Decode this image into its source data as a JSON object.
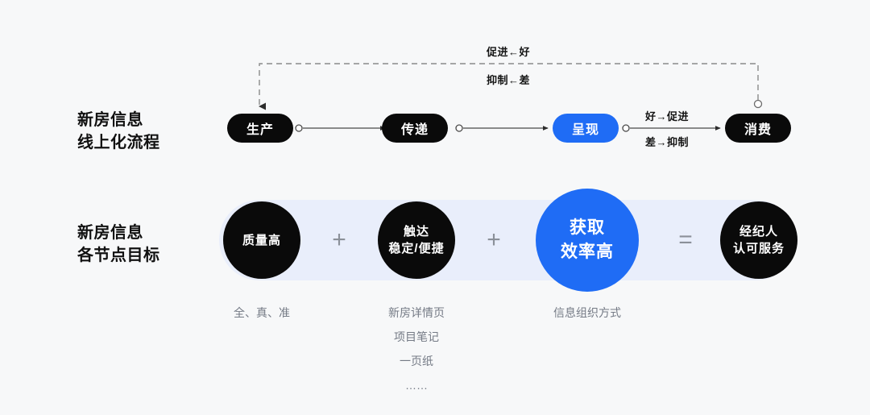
{
  "meta": {
    "background_color": "#f7f8f9",
    "accent_color": "#1f6cf5",
    "node_color": "#0a0a0a",
    "band_color": "#e9eefb",
    "muted_text_color": "#747a85"
  },
  "rows": {
    "flow": {
      "title_line1": "新房信息",
      "title_line2": "线上化流程",
      "nodes": [
        {
          "label": "生产",
          "style": "black"
        },
        {
          "label": "传递",
          "style": "black"
        },
        {
          "label": "呈现",
          "style": "blue"
        },
        {
          "label": "消费",
          "style": "black"
        }
      ],
      "edge_labels": {
        "forward_top": "好→促进",
        "forward_bottom": "差→抑制"
      },
      "feedback_labels": {
        "top": "促进←好",
        "bottom": "抑制←差"
      }
    },
    "goals": {
      "title_line1": "新房信息",
      "title_line2": "各节点目标",
      "items": [
        {
          "lines": [
            "质量高"
          ],
          "style": "black",
          "size": "small",
          "caption": [
            "全、真、准"
          ]
        },
        {
          "lines": [
            "触达",
            "稳定/便捷"
          ],
          "style": "black",
          "size": "small",
          "caption": [
            "新房详情页",
            "项目笔记",
            "一页纸",
            "……"
          ]
        },
        {
          "lines": [
            "获取",
            "效率高"
          ],
          "style": "blue",
          "size": "big",
          "caption": [
            "信息组织方式"
          ]
        },
        {
          "lines": [
            "经纪人",
            "认可服务"
          ],
          "style": "black",
          "size": "small",
          "caption": []
        }
      ],
      "operators": [
        "+",
        "+",
        "="
      ]
    }
  }
}
